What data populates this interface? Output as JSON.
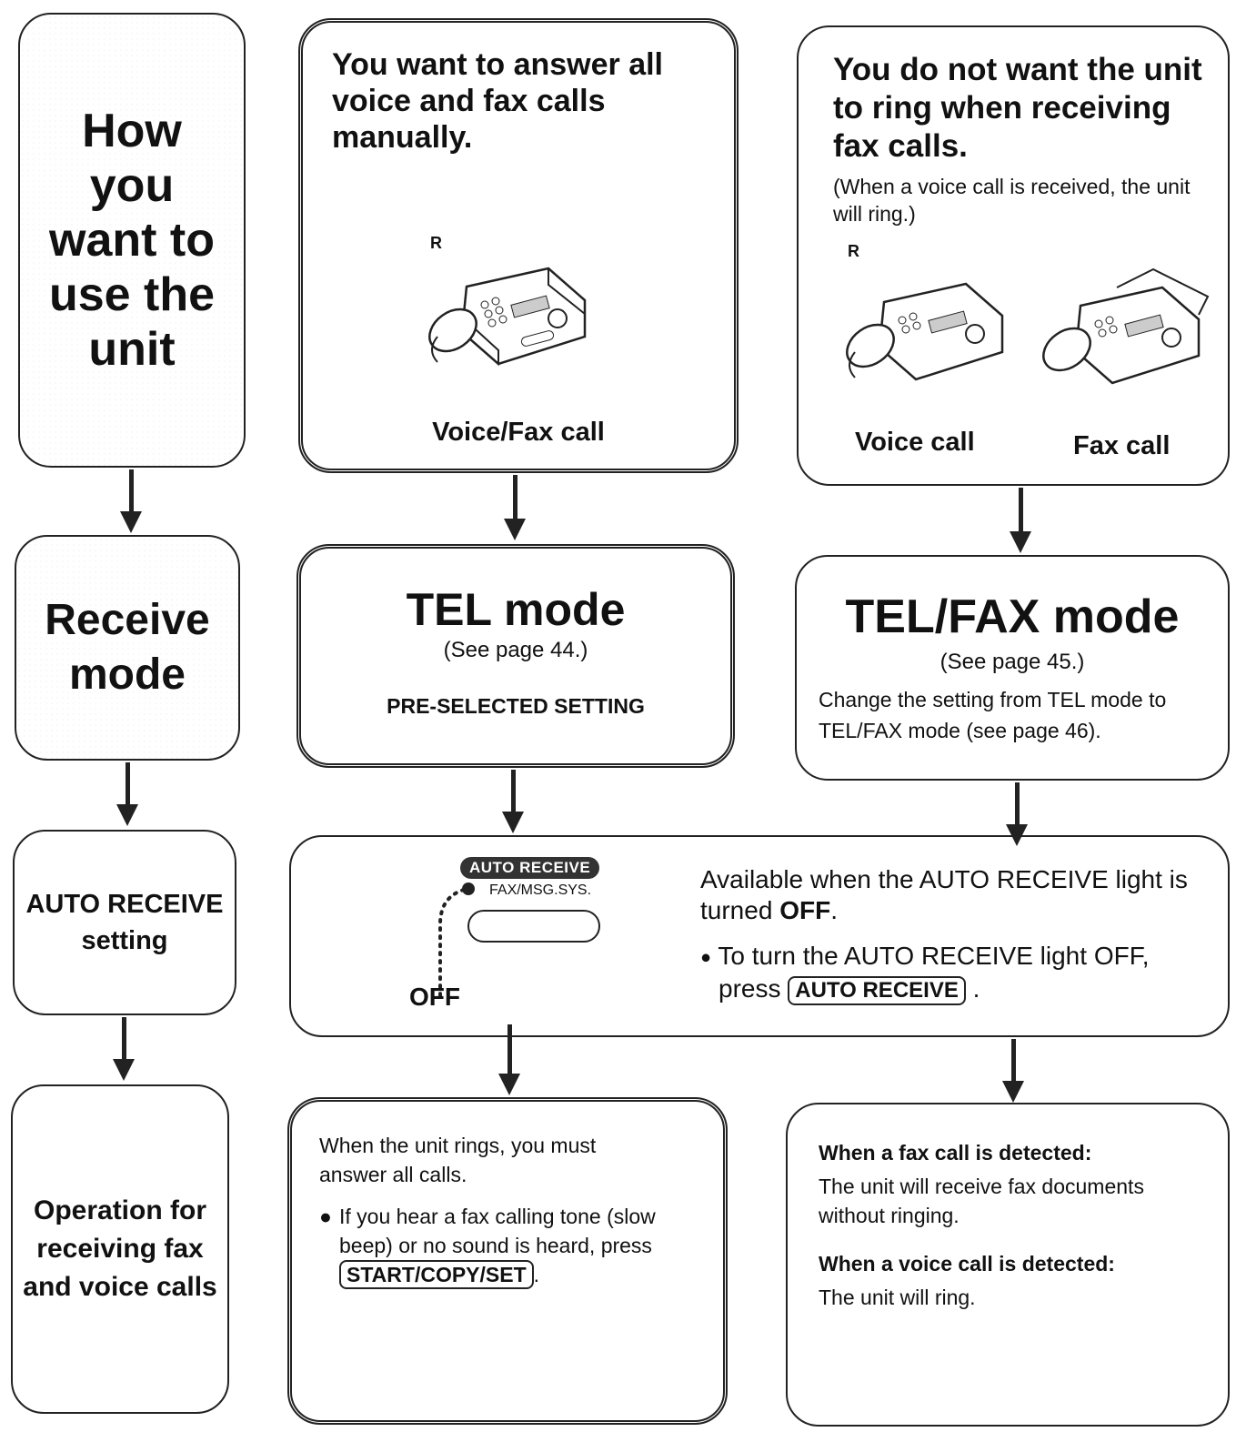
{
  "left_column": {
    "how": "How you want to use the unit",
    "receive_mode": "Receive mode",
    "auto_receive_setting": "AUTO RECEIVE setting",
    "operation": "Operation for receiving fax and voice calls"
  },
  "middle": {
    "heading": "You want to answer all voice and fax calls manually.",
    "ring_letter": "R",
    "caption": "Voice/Fax call",
    "mode_title": "TEL mode",
    "mode_ref": "(See page 44.)",
    "preselected": "PRE-SELECTED SETTING",
    "op_line1": "When the unit rings, you must answer all calls.",
    "op_bullet_pre": "If you hear a fax calling tone (slow beep) or no sound is heard, press",
    "op_key": "START/COPY/SET",
    "op_end": "."
  },
  "right": {
    "heading": "You do not want the unit to ring when receiving fax calls.",
    "note": "(When a voice call is received, the unit will ring.)",
    "ring_letter": "R",
    "caption_voice": "Voice call",
    "caption_fax": "Fax call",
    "mode_title": "TEL/FAX mode",
    "mode_ref": "(See page 45.)",
    "mode_change": "Change the setting from TEL mode to TEL/FAX mode (see page 46).",
    "fax_detected_title": "When a fax call is detected:",
    "fax_detected_text": "The unit will receive fax documents without ringing.",
    "voice_detected_title": "When a voice call is detected:",
    "voice_detected_text": "The unit will ring."
  },
  "auto_receive": {
    "panel_label": "AUTO RECEIVE",
    "panel_sub": "FAX/MSG.SYS.",
    "off_label": "OFF",
    "available_pre": "Available when the AUTO RECEIVE light is turned",
    "available_bold": "OFF",
    "available_end": ".",
    "bullet_text": "To turn the AUTO RECEIVE light OFF,",
    "press": "press",
    "key": "AUTO RECEIVE",
    "end": "."
  }
}
